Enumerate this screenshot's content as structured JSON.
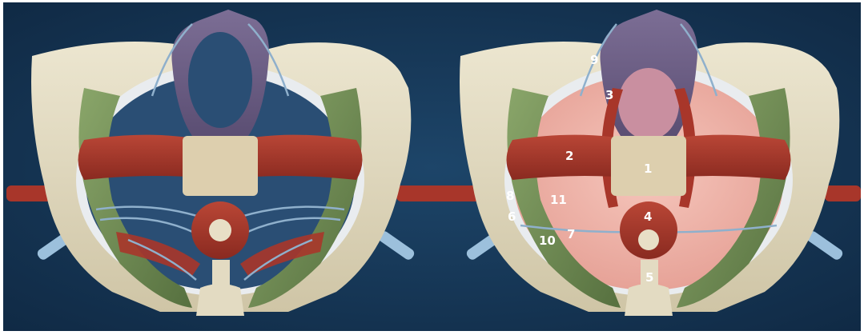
{
  "colors": {
    "background": "#17385a",
    "bone": "#e3dbc2",
    "muscle_red": "#a8362a",
    "muscle_green": "#6f8a54",
    "pubic_arch": "#6e5f86",
    "nerve_blue": "#8fb0cc",
    "perineal_body": "#ddcfae",
    "pelvic_floor_pink": "#f2b8ae",
    "bladder": "#c98fa0",
    "urethra_yellow": "#d5c21e"
  },
  "panels": [
    {
      "id": "left",
      "labels": []
    },
    {
      "id": "right",
      "labels": [
        {
          "text": "1"
        },
        {
          "text": "2"
        },
        {
          "text": "3"
        },
        {
          "text": "4"
        },
        {
          "text": "5"
        },
        {
          "text": "6"
        },
        {
          "text": "7"
        },
        {
          "text": "8"
        },
        {
          "text": "9"
        },
        {
          "text": "10"
        },
        {
          "text": "11"
        }
      ]
    }
  ]
}
